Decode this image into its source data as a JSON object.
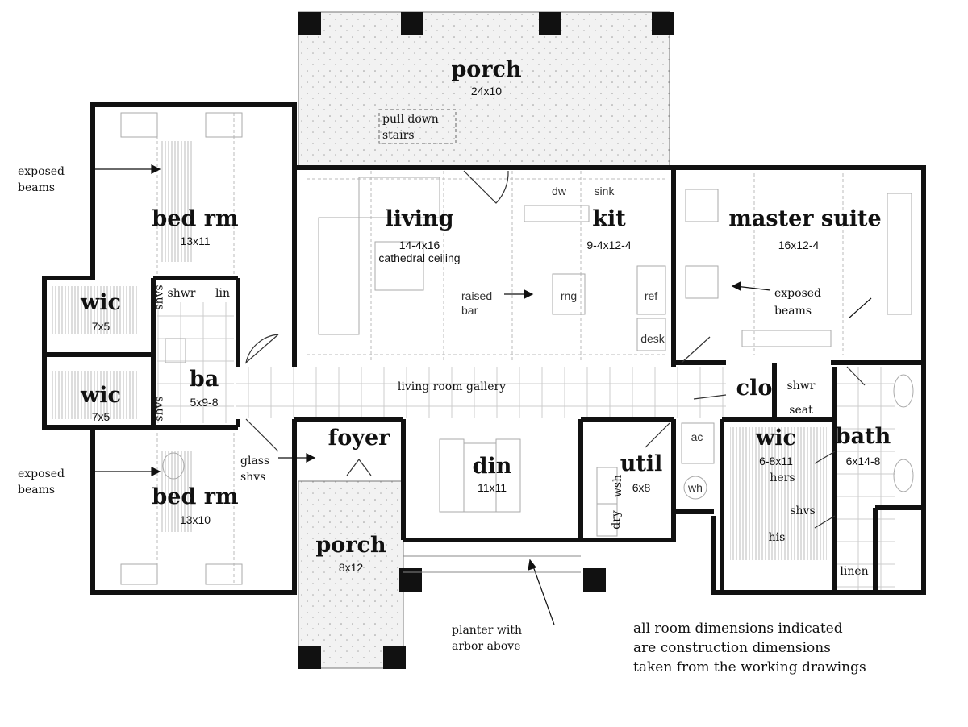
{
  "porch_top": {
    "name": "porch",
    "dim": "24x10",
    "note": "pull down stairs",
    "note2": "stairs"
  },
  "exposed_beams_left_top": "exposed beams",
  "exposed_beams_left_bottom": "exposed beams",
  "bed_top": {
    "name": "bed rm",
    "dim": "13x11"
  },
  "bed_bottom": {
    "name": "bed rm",
    "dim": "13x10"
  },
  "living": {
    "name": "living",
    "dim": "14-4x16",
    "note": "cathedral ceiling"
  },
  "kit": {
    "name": "kit",
    "dim": "9-4x12-4",
    "dw": "dw",
    "sink": "sink",
    "ref": "ref",
    "desk": "desk",
    "rng": "rng",
    "raised_bar": "raised bar"
  },
  "master": {
    "name": "master suite",
    "dim": "16x12-4",
    "beams": "exposed beams"
  },
  "wic_top": {
    "name": "wic",
    "dim": "7x5",
    "shvs": "shvs"
  },
  "wic_bottom": {
    "name": "wic",
    "dim": "7x5",
    "shvs": "shvs"
  },
  "ba": {
    "name": "ba",
    "dim": "5x9-8",
    "shwr": "shwr",
    "lin": "lin"
  },
  "gallery": "living room gallery",
  "clo": "clo",
  "master_shower": {
    "shwr": "shwr",
    "seat": "seat"
  },
  "foyer": "foyer",
  "glass_shvs": "glass shvs",
  "din": {
    "name": "din",
    "dim": "11x11"
  },
  "util": {
    "name": "util",
    "dim": "6x8",
    "wsh": "wsh",
    "dry": "dry",
    "ac": "ac",
    "wh": "wh"
  },
  "wic_master": {
    "name": "wic",
    "dim": "6-8x11",
    "hers": "hers",
    "shvs": "shvs",
    "his": "his"
  },
  "bath": {
    "name": "bath",
    "dim": "6x14-8",
    "linen": "linen"
  },
  "porch_bottom": {
    "name": "porch",
    "dim": "8x12"
  },
  "planter": "planter with arbor above",
  "footnote": [
    "all room dimensions indicated",
    "are construction dimensions",
    "taken from the working drawings"
  ]
}
